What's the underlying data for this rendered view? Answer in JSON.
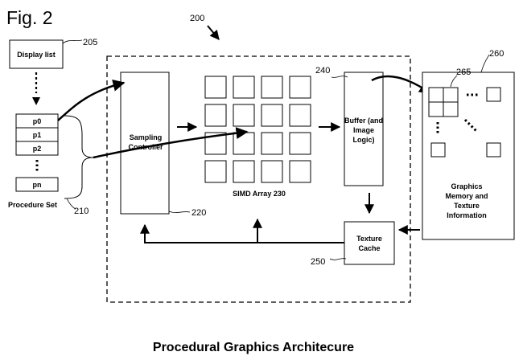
{
  "figure_label": "Fig. 2",
  "caption": "Procedural Graphics Architecure",
  "refs": {
    "system": "200",
    "display_list": "205",
    "procedure_set": "210",
    "sampling_controller": "220",
    "buffer": "240",
    "texture_cache": "250",
    "graphics_memory": "260",
    "memory_cell": "265"
  },
  "blocks": {
    "display_list": "Display list",
    "procedure_set": "Procedure Set",
    "procedures": [
      "p0",
      "p1",
      "p2",
      "pn"
    ],
    "sampling_controller": [
      "Sampling",
      "Controller"
    ],
    "simd_array": "SIMD Array 230",
    "buffer": [
      "Buffer (and",
      "Image",
      "Logic)"
    ],
    "texture_cache": [
      "Texture",
      "Cache"
    ],
    "graphics_memory": [
      "Graphics",
      "Memory and",
      "Texture",
      "Information"
    ]
  }
}
